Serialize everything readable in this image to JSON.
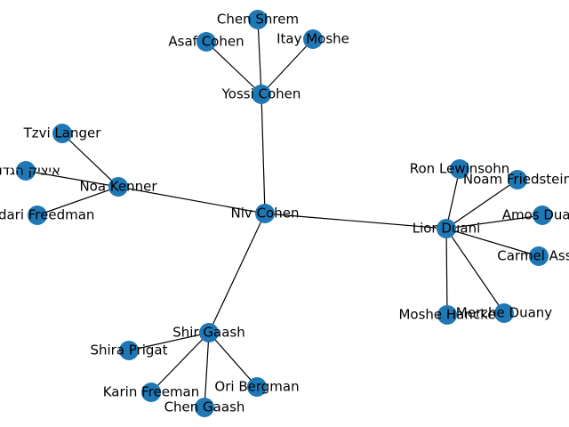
{
  "graph": {
    "node_color": "#1f77b4",
    "edge_color": "#000000",
    "nodes": [
      {
        "id": "niv",
        "label": "Niv Cohen"
      },
      {
        "id": "yossi",
        "label": "Yossi Cohen"
      },
      {
        "id": "chen_shrem",
        "label": "Chen Shrem"
      },
      {
        "id": "asaf",
        "label": "Asaf Cohen"
      },
      {
        "id": "itay",
        "label": "Itay Moshe"
      },
      {
        "id": "noa",
        "label": "Noa Kenner"
      },
      {
        "id": "tzvi",
        "label": "Tzvi Langer"
      },
      {
        "id": "hebrew",
        "label": "איציק הגדול"
      },
      {
        "id": "nadari",
        "label": "Nadari Freedman"
      },
      {
        "id": "lior",
        "label": "Lior Duani"
      },
      {
        "id": "ron",
        "label": "Ron Lewinsohn"
      },
      {
        "id": "noam",
        "label": "Noam Friedstein"
      },
      {
        "id": "amos",
        "label": "Amos Duani"
      },
      {
        "id": "carmel",
        "label": "Carmel Assa"
      },
      {
        "id": "merche",
        "label": "Merche Duany"
      },
      {
        "id": "moshe",
        "label": "Moshe Hancke"
      },
      {
        "id": "shir",
        "label": "Shir Gaash"
      },
      {
        "id": "shira",
        "label": "Shira Prigat"
      },
      {
        "id": "karin",
        "label": "Karin Freeman"
      },
      {
        "id": "chen_gaash",
        "label": "Chen Gaash"
      },
      {
        "id": "ori",
        "label": "Ori Bergman"
      }
    ],
    "edges": [
      [
        "niv",
        "yossi"
      ],
      [
        "niv",
        "noa"
      ],
      [
        "niv",
        "lior"
      ],
      [
        "niv",
        "shir"
      ],
      [
        "yossi",
        "chen_shrem"
      ],
      [
        "yossi",
        "asaf"
      ],
      [
        "yossi",
        "itay"
      ],
      [
        "noa",
        "tzvi"
      ],
      [
        "noa",
        "hebrew"
      ],
      [
        "noa",
        "nadari"
      ],
      [
        "lior",
        "ron"
      ],
      [
        "lior",
        "noam"
      ],
      [
        "lior",
        "amos"
      ],
      [
        "lior",
        "carmel"
      ],
      [
        "lior",
        "merche"
      ],
      [
        "lior",
        "moshe"
      ],
      [
        "shir",
        "shira"
      ],
      [
        "shir",
        "karin"
      ],
      [
        "shir",
        "chen_gaash"
      ],
      [
        "shir",
        "ori"
      ]
    ]
  }
}
